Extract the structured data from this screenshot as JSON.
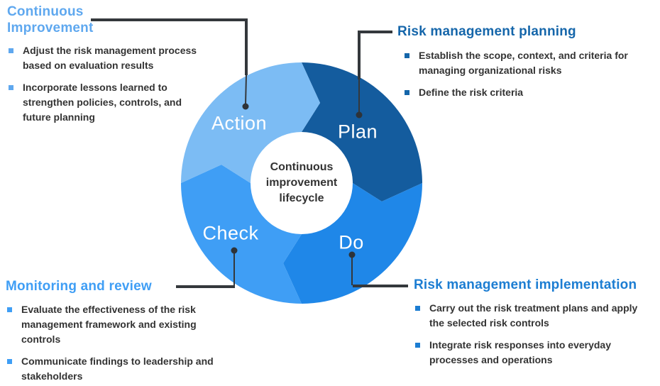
{
  "colors": {
    "action_segment": "#7CBCF4",
    "plan_segment": "#145C9E",
    "do_segment": "#1F87E8",
    "check_segment": "#3F9EF5",
    "title_continuous_improvement": "#5FA8EF",
    "title_risk_management_planning": "#1566AA",
    "title_monitoring_and_review": "#3F9EF5",
    "title_risk_management_implementation": "#1C7DD2",
    "body_text": "#333333",
    "connector": "#34383C"
  },
  "cycle": {
    "center_lines": [
      "Continuous",
      "improvement",
      "lifecycle"
    ],
    "segments": [
      {
        "id": "action",
        "label": "Action",
        "color": "#7CBCF4"
      },
      {
        "id": "plan",
        "label": "Plan",
        "color": "#145C9E"
      },
      {
        "id": "do",
        "label": "Do",
        "color": "#1F87E8"
      },
      {
        "id": "check",
        "label": "Check",
        "color": "#3F9EF5"
      }
    ]
  },
  "sections": {
    "continuous_improvement": {
      "title": "Continuous Improvement",
      "bullets": [
        "Adjust the risk management process based on evaluation results",
        "Incorporate lessons learned to strengthen policies, controls, and future planning"
      ]
    },
    "risk_management_planning": {
      "title": "Risk management planning",
      "bullets": [
        "Establish the scope, context, and criteria for managing organizational risks",
        "Define the risk criteria"
      ]
    },
    "monitoring_and_review": {
      "title": "Monitoring and review",
      "bullets": [
        "Evaluate the effectiveness of the risk management framework and existing controls",
        "Communicate findings to leadership and stakeholders"
      ]
    },
    "risk_management_implementation": {
      "title": "Risk management implementation",
      "bullets": [
        "Carry out the risk treatment plans and apply the selected risk controls",
        "Integrate risk responses into everyday processes and operations"
      ]
    }
  }
}
